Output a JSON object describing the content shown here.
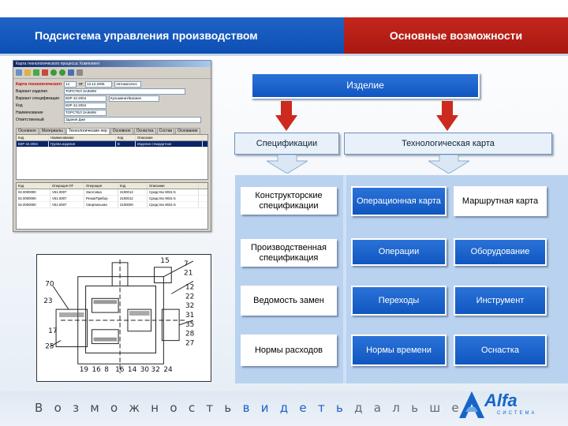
{
  "header": {
    "left_title": "Подсистема управления производством",
    "right_title": "Основные возможности"
  },
  "window": {
    "title": "Карта технологического процесса: Компонент",
    "fields": [
      {
        "label": "Карта технологического процесса №",
        "value": "14",
        "extra1": "от",
        "extra2": "13.12.2006",
        "extra3": "Автоматичес"
      },
      {
        "label": "Вариант изделия",
        "value": "ТОРСТЕЛ ЗАЖИМ"
      },
      {
        "label": "Вариант спецификации",
        "value": "ВЗР 42.2004",
        "extra1": "Кульминат/Басмач"
      },
      {
        "label": "Код",
        "value": "ВЗР 42.2004"
      },
      {
        "label": "Наименование",
        "value": "ТОРСТЕЛ ЗАЖИМ"
      },
      {
        "label": "Ответственный",
        "value": "Здания Дже"
      }
    ],
    "tabs": [
      "Основное",
      "Материалы",
      "Технологические пер",
      "Основное",
      "Оснастка",
      "Состав",
      "Основание"
    ],
    "grid_head": [
      "Код",
      "Наименование",
      "Код",
      "Описание"
    ],
    "grid_rows": [
      [
        "ВЗР 42.2004",
        "Группа изделия",
        "В",
        "Изделие стандартное"
      ]
    ],
    "bottom_head": [
      "Код",
      "Операция ОТ",
      "Код",
      "Операция",
      "Код",
      "Описание"
    ],
    "bottom_rows": [
      [
        "02.0000000",
        "V51.0007",
        "Заготовка",
        "2100012",
        "Средство 9031-5"
      ],
      [
        "02.0000000",
        "V51.0007",
        "Резка/Прибор",
        "2100012",
        "Средство 9031-5"
      ],
      [
        "02.0000000",
        "V51.0007",
        "Сверлильная",
        "2100000",
        "Средство 9031-5"
      ]
    ]
  },
  "diagram": {
    "top": "Изделие",
    "col_left_header": "Спецификации",
    "col_right_header": "Технологическая карта",
    "left_items": [
      "Конструкторские спецификации",
      "Производственная спецификация",
      "Ведомость замен",
      "Нормы расходов"
    ],
    "mid_items": [
      "Операционная карта",
      "Операции",
      "Переходы",
      "Нормы времени"
    ],
    "right_items": [
      "Маршрутная карта",
      "Оборудование",
      "Инструмент",
      "Оснастка"
    ]
  },
  "footer": {
    "slogan_part1": "Возможность",
    "slogan_part2": "видеть",
    "slogan_part3": "дальше",
    "logo_text": "Alfa",
    "logo_sub": "СИСТЕМА"
  },
  "colors": {
    "header_blue": "#1f63c6",
    "header_red": "#c4261c",
    "node_blue": "#0f56c0",
    "arrow_red": "#cc2a1e"
  },
  "drawing": {
    "callouts": [
      "15",
      "7",
      "21",
      "70",
      "12",
      "22",
      "32",
      "31",
      "35",
      "28",
      "27",
      "23",
      "17",
      "25",
      "19",
      "16",
      "8",
      "16",
      "14",
      "30",
      "32",
      "24"
    ]
  }
}
